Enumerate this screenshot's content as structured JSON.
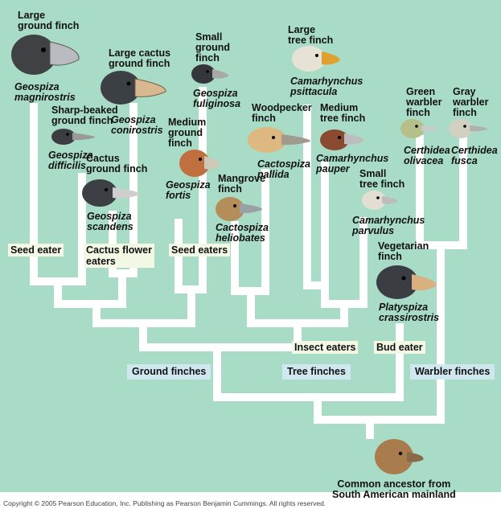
{
  "finches": [
    {
      "id": "large-ground",
      "common": "Large\nground finch",
      "species": "Geospiza\nmagnirostris"
    },
    {
      "id": "large-cactus",
      "common": "Large cactus\nground finch",
      "species": "Geospiza\nconirostris"
    },
    {
      "id": "small-ground",
      "common": "Small\nground\nfinch",
      "species": "Geospiza\nfuliginosa"
    },
    {
      "id": "large-tree",
      "common": "Large\ntree finch",
      "species": "Camarhynchus\npsittacula"
    },
    {
      "id": "sharp-beaked",
      "common": "Sharp-beaked\nground finch",
      "species": "Geospiza\ndifficilis"
    },
    {
      "id": "medium-ground",
      "common": "Medium\nground\nfinch",
      "species": "Geospiza\nfortis"
    },
    {
      "id": "cactus-ground",
      "common": "Cactus\nground finch",
      "species": "Geospiza\nscandens"
    },
    {
      "id": "woodpecker",
      "common": "Woodpecker\nfinch",
      "species": "Cactospiza\npallida"
    },
    {
      "id": "medium-tree",
      "common": "Medium\ntree finch",
      "species": "Camarhynchus\npauper"
    },
    {
      "id": "mangrove",
      "common": "Mangrove\nfinch",
      "species": "Cactospiza\nheliobates"
    },
    {
      "id": "small-tree",
      "common": "Small\ntree finch",
      "species": "Camarhynchus\nparvulus"
    },
    {
      "id": "green-warbler",
      "common": "Green\nwarbler\nfinch",
      "species": "Certhidea\nolivacea"
    },
    {
      "id": "gray-warbler",
      "common": "Gray\nwarbler\nfinch",
      "species": "Certhidea\nfusca"
    },
    {
      "id": "vegetarian",
      "common": "Vegetarian\nfinch",
      "species": "Platyspiza\ncrassirostris"
    }
  ],
  "diets": {
    "seed_eater": "Seed eater",
    "cactus_flower": "Cactus flower\neaters",
    "seed_eaters": "Seed eaters",
    "insect_eaters": "Insect eaters",
    "bud_eater": "Bud eater"
  },
  "groups": {
    "ground": "Ground finches",
    "tree": "Tree finches",
    "warbler": "Warbler finches"
  },
  "ancestor": "Common ancestor from\nSouth American mainland",
  "copyright": "Copyright © 2005 Pearson Education, Inc. Publishing as Pearson Benjamin Cummings. All rights reserved.",
  "colors": {
    "background": "#a8dcc6",
    "branch": "#ffffff",
    "group_label_bg": "#cfe8f0",
    "diet_label_bg": "#f3f8e4"
  }
}
